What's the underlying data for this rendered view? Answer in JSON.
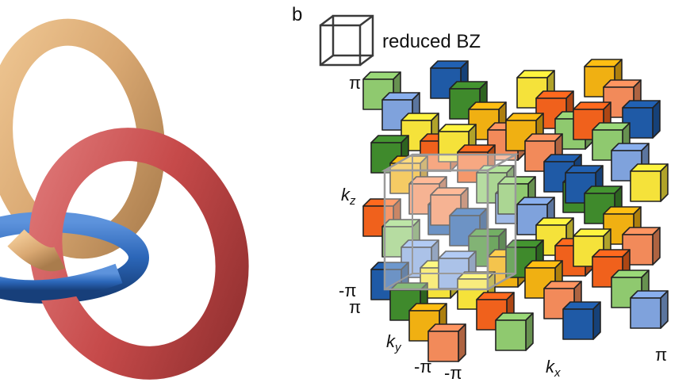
{
  "panel_label": "b",
  "legend": {
    "label": "reduced BZ",
    "icon": "wireframe-cube-icon"
  },
  "axes": {
    "kz": {
      "symbol": "k",
      "subscript": "z"
    },
    "ky": {
      "symbol": "k",
      "subscript": "y"
    },
    "kx": {
      "symbol": "k",
      "subscript": "x"
    }
  },
  "ticks": {
    "kz_max": "π",
    "kz_min": "-π",
    "ky_min_upper": "π",
    "ky_min": "-π",
    "kx_min": "-π",
    "kx_max": "π"
  },
  "colors": {
    "green": "#8fc96f",
    "dark_green": "#3f8a2c",
    "blue": "#1f5aa6",
    "light_blue": "#7fa2dc",
    "yellow": "#f5e23a",
    "gold": "#f0b012",
    "orange": "#f0611c",
    "salmon": "#f28a5a",
    "tan_ring": "#d9a872",
    "red_ring": "#c64a4a",
    "blue_ring": "#2b66b8"
  }
}
